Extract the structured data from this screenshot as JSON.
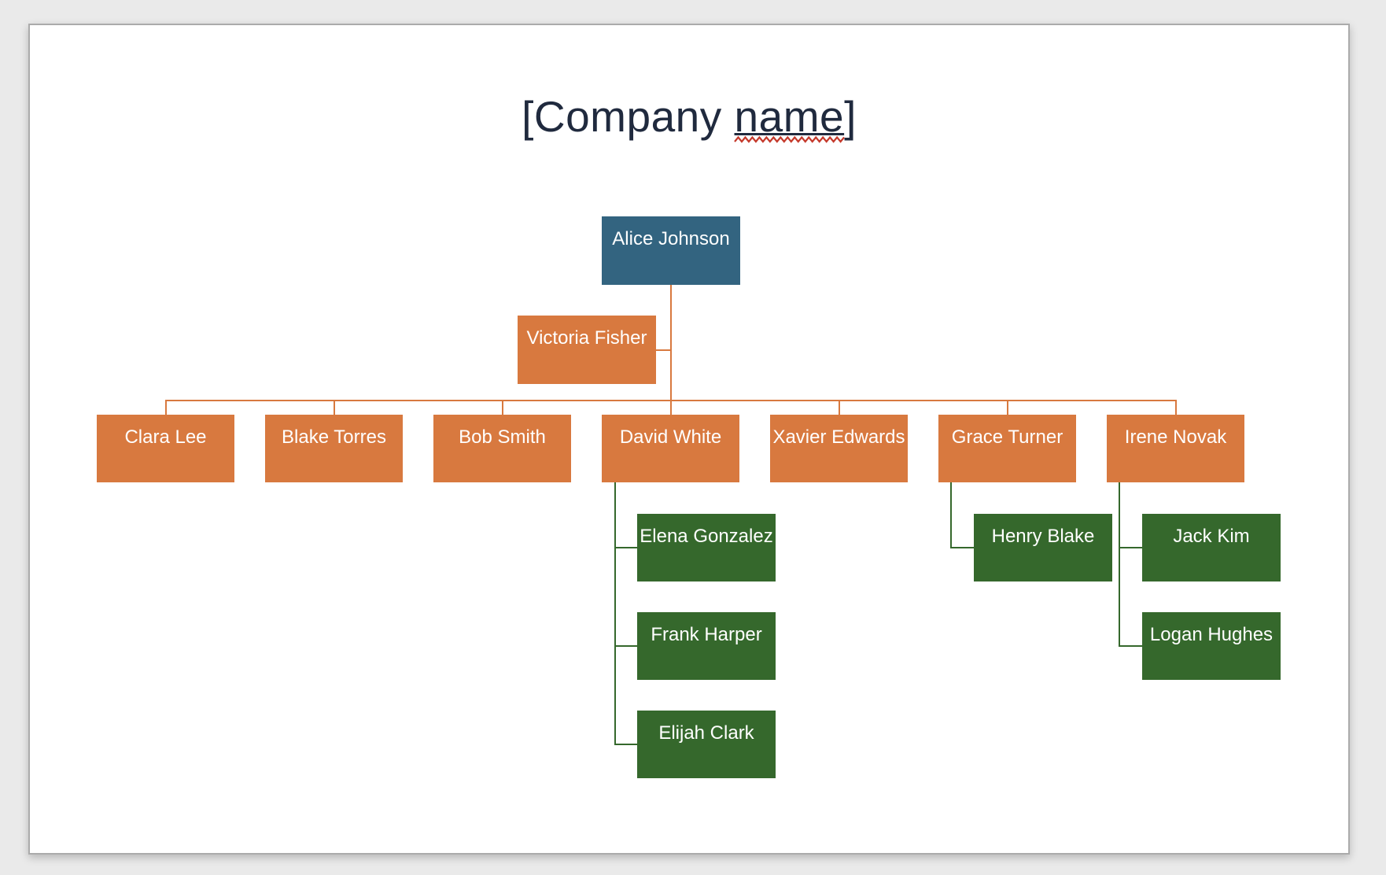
{
  "page": {
    "title_prefix": "[Company ",
    "title_word_underlined": "name",
    "title_suffix": "]"
  },
  "colors": {
    "root_node": "#336480",
    "manager_node": "#D8793F",
    "report_node": "#35682C",
    "connector_orange": "#D8793F",
    "connector_green": "#35682C",
    "title_text": "#202A3E",
    "spellcheck_squiggle": "#C53A2C",
    "slide_background": "#FFFFFF",
    "canvas_background": "#EAEAEA",
    "slide_border": "#ABABAB"
  },
  "orgchart": {
    "root": {
      "label": "Alice Johnson"
    },
    "assistant": {
      "label": "Victoria Fisher"
    },
    "managers": [
      {
        "label": "Clara Lee"
      },
      {
        "label": "Blake Torres"
      },
      {
        "label": "Bob Smith"
      },
      {
        "label": "David White"
      },
      {
        "label": "Xavier Edwards"
      },
      {
        "label": "Grace Turner"
      },
      {
        "label": "Irene Novak"
      }
    ],
    "david_reports": [
      {
        "label": "Elena Gonzalez"
      },
      {
        "label": "Frank Harper"
      },
      {
        "label": "Elijah Clark"
      }
    ],
    "grace_reports": [
      {
        "label": "Henry Blake"
      }
    ],
    "irene_reports": [
      {
        "label": "Jack Kim"
      },
      {
        "label": "Logan Hughes"
      }
    ]
  }
}
